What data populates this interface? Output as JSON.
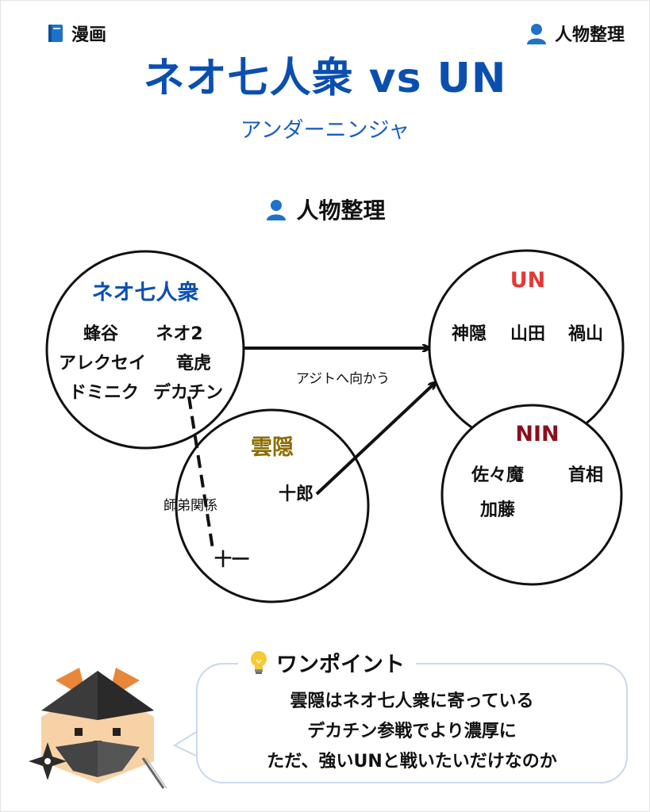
{
  "header": {
    "category_icon": "blue-book-icon",
    "category_label": "漫画",
    "section_icon": "person-icon",
    "section_label": "人物整理"
  },
  "title": "ネオ七人衆 vs UN",
  "subtitle": "アンダーニンジャ",
  "section_heading": {
    "icon": "person-icon",
    "label": "人物整理"
  },
  "diagram": {
    "groups": [
      {
        "id": "neo",
        "title": "ネオ七人衆",
        "title_color": "#0a4fb0",
        "members": [
          "蜂谷",
          "ネオ2",
          "アレクセイ",
          "竜虎",
          "ドミニク",
          "デカチン"
        ]
      },
      {
        "id": "unagakure",
        "title": "雲隠",
        "title_color": "#8a6d00",
        "members": [
          "十郎",
          "十一"
        ]
      },
      {
        "id": "un",
        "title": "UN",
        "title_color": "#e53935",
        "members": [
          "神隠",
          "山田",
          "禍山"
        ]
      },
      {
        "id": "nin",
        "title": "NIN",
        "title_color": "#8b0f1c",
        "members": [
          "佐々魔",
          "首相",
          "加藤"
        ]
      }
    ],
    "relations": [
      {
        "from": "ネオ七人衆",
        "to": "UN",
        "label": "アジトへ向かう",
        "style": "arrow"
      },
      {
        "from": "十郎",
        "to": "UN",
        "label": "",
        "style": "arrow"
      },
      {
        "from": "デカチン",
        "to": "十一",
        "label": "師弟関係",
        "style": "dashed"
      }
    ]
  },
  "tip": {
    "icon": "light-bulb-icon",
    "heading": "ワンポイント",
    "lines": [
      "雲隠はネオ七人衆に寄っている",
      "デカチン参戦でより濃厚に",
      "ただ、強いUNと戦いたいだけなのか"
    ]
  },
  "mascot": {
    "icon": "ninja-fox-mascot-icon"
  }
}
